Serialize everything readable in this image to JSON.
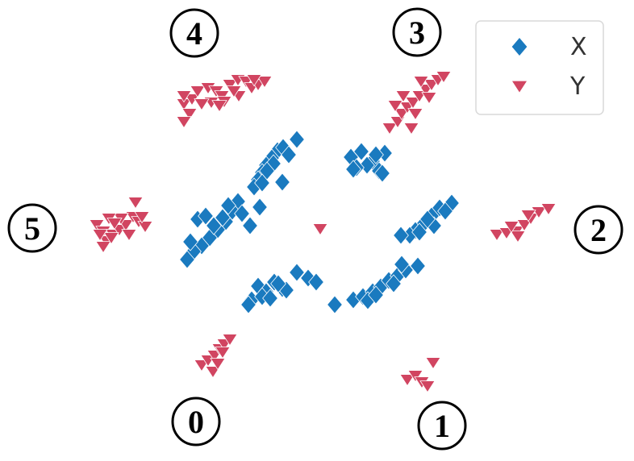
{
  "chart_data": {
    "type": "scatter",
    "title": "",
    "xlabel": "",
    "ylabel": "",
    "xlim": [
      0,
      786
    ],
    "ylim": [
      0,
      572
    ],
    "grid": false,
    "axes_visible": false,
    "legend_position": "top-right",
    "series": [
      {
        "name": "X",
        "marker": "diamond",
        "color": "#1a7abf",
        "points": [
          [
            344,
            187
          ],
          [
            337,
            196
          ],
          [
            330,
            205
          ],
          [
            325,
            214
          ],
          [
            320,
            223
          ],
          [
            315,
            232
          ],
          [
            368,
            173
          ],
          [
            351,
            183
          ],
          [
            339,
            203
          ],
          [
            331,
            212
          ],
          [
            325,
            227
          ],
          [
            350,
            226
          ],
          [
            358,
            192
          ],
          [
            295,
            250
          ],
          [
            288,
            262
          ],
          [
            280,
            275
          ],
          [
            270,
            285
          ],
          [
            260,
            295
          ],
          [
            250,
            305
          ],
          [
            240,
            312
          ],
          [
            232,
            322
          ],
          [
            245,
            272
          ],
          [
            255,
            268
          ],
          [
            265,
            280
          ],
          [
            300,
            265
          ],
          [
            310,
            280
          ],
          [
            322,
            257
          ],
          [
            283,
            255
          ],
          [
            276,
            270
          ],
          [
            236,
            300
          ],
          [
            320,
            355
          ],
          [
            330,
            362
          ],
          [
            340,
            350
          ],
          [
            350,
            358
          ],
          [
            355,
            360
          ],
          [
            312,
            372
          ],
          [
            308,
            378
          ],
          [
            325,
            368
          ],
          [
            368,
            338
          ],
          [
            382,
            345
          ],
          [
            392,
            350
          ],
          [
            335,
            370
          ],
          [
            345,
            352
          ],
          [
            435,
            195
          ],
          [
            448,
            188
          ],
          [
            462,
            200
          ],
          [
            470,
            212
          ],
          [
            455,
            205
          ],
          [
            442,
            208
          ],
          [
            477,
            190
          ],
          [
            466,
            192
          ],
          [
            438,
            210
          ],
          [
            474,
            215
          ],
          [
            545,
            258
          ],
          [
            535,
            268
          ],
          [
            525,
            278
          ],
          [
            515,
            286
          ],
          [
            508,
            292
          ],
          [
            560,
            252
          ],
          [
            552,
            262
          ],
          [
            538,
            280
          ],
          [
            520,
            288
          ],
          [
            530,
            272
          ],
          [
            497,
            292
          ],
          [
            415,
            378
          ],
          [
            438,
            372
          ],
          [
            450,
            368
          ],
          [
            462,
            362
          ],
          [
            472,
            356
          ],
          [
            482,
            348
          ],
          [
            493,
            342
          ],
          [
            503,
            335
          ],
          [
            518,
            330
          ],
          [
            456,
            373
          ],
          [
            466,
            366
          ],
          [
            488,
            352
          ],
          [
            498,
            328
          ]
        ]
      },
      {
        "name": "Y",
        "marker": "triangle-down",
        "color": "#d14561",
        "points": [
          [
            228,
            128
          ],
          [
            238,
            122
          ],
          [
            245,
            112
          ],
          [
            258,
            108
          ],
          [
            268,
            112
          ],
          [
            275,
            118
          ],
          [
            285,
            104
          ],
          [
            295,
            98
          ],
          [
            305,
            100
          ],
          [
            312,
            108
          ],
          [
            320,
            104
          ],
          [
            328,
            100
          ],
          [
            235,
            140
          ],
          [
            228,
            150
          ],
          [
            262,
            126
          ],
          [
            250,
            128
          ],
          [
            278,
            125
          ],
          [
            296,
            118
          ],
          [
            228,
            118
          ],
          [
            272,
            130
          ],
          [
            290,
            112
          ],
          [
            315,
            98
          ],
          [
            483,
            158
          ],
          [
            493,
            150
          ],
          [
            498,
            140
          ],
          [
            505,
            132
          ],
          [
            512,
            126
          ],
          [
            520,
            118
          ],
          [
            528,
            110
          ],
          [
            535,
            104
          ],
          [
            543,
            98
          ],
          [
            550,
            94
          ],
          [
            510,
            158
          ],
          [
            490,
            130
          ],
          [
            500,
            118
          ],
          [
            522,
            100
          ],
          [
            532,
            120
          ],
          [
            515,
            140
          ],
          [
            120,
            278
          ],
          [
            128,
            286
          ],
          [
            132,
            298
          ],
          [
            140,
            290
          ],
          [
            148,
            284
          ],
          [
            156,
            278
          ],
          [
            165,
            268
          ],
          [
            172,
            274
          ],
          [
            180,
            280
          ],
          [
            128,
            305
          ],
          [
            150,
            270
          ],
          [
            168,
            250
          ],
          [
            135,
            270
          ],
          [
            142,
            276
          ],
          [
            160,
            290
          ],
          [
            176,
            268
          ],
          [
            138,
            294
          ],
          [
            124,
            290
          ],
          [
            397,
            283
          ],
          [
            616,
            290
          ],
          [
            628,
            288
          ],
          [
            640,
            286
          ],
          [
            650,
            278
          ],
          [
            658,
            270
          ],
          [
            668,
            262
          ],
          [
            680,
            258
          ],
          [
            642,
            292
          ],
          [
            655,
            266
          ],
          [
            634,
            280
          ],
          [
            250,
            452
          ],
          [
            258,
            446
          ],
          [
            266,
            440
          ],
          [
            272,
            432
          ],
          [
            278,
            426
          ],
          [
            285,
            420
          ],
          [
            264,
            460
          ],
          [
            270,
            450
          ],
          [
            276,
            436
          ],
          [
            505,
            470
          ],
          [
            515,
            465
          ],
          [
            523,
            473
          ],
          [
            537,
            449
          ],
          [
            530,
            478
          ]
        ]
      }
    ],
    "annotations": [
      {
        "text": "0",
        "x": 243,
        "y": 523
      },
      {
        "text": "1",
        "x": 548,
        "y": 528
      },
      {
        "text": "2",
        "x": 742,
        "y": 285
      },
      {
        "text": "3",
        "x": 517,
        "y": 40
      },
      {
        "text": "4",
        "x": 241,
        "y": 41
      },
      {
        "text": "5",
        "x": 40,
        "y": 283
      }
    ]
  },
  "legend": {
    "items": [
      {
        "label": "X",
        "marker": "diamond",
        "color": "#1a7abf"
      },
      {
        "label": "Y",
        "marker": "triangle-down",
        "color": "#d14561"
      }
    ]
  }
}
